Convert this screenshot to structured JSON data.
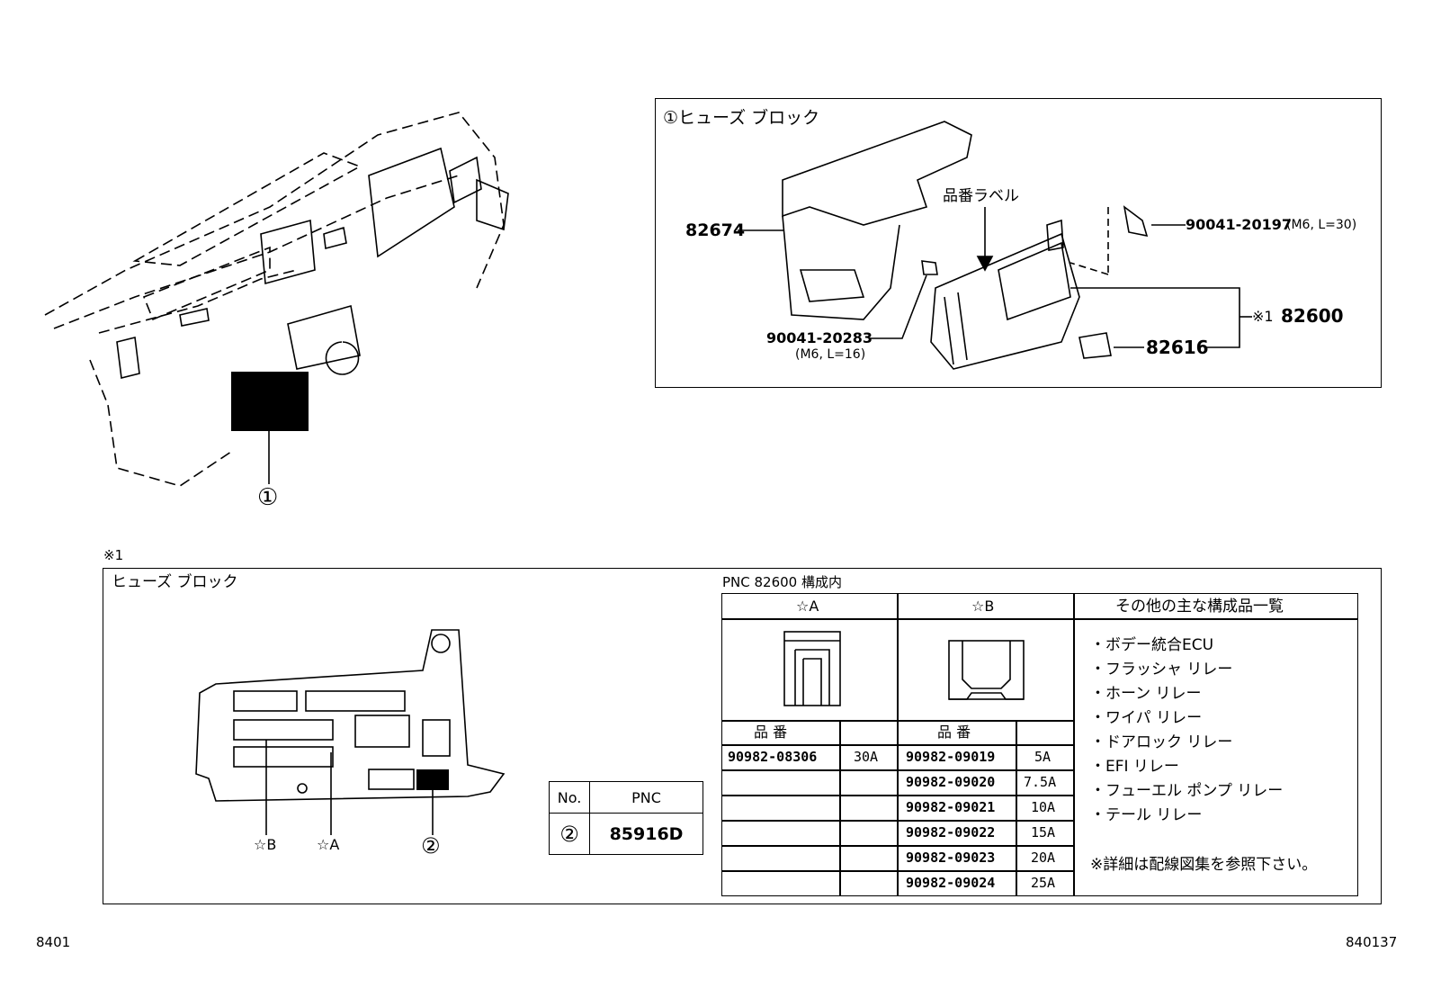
{
  "callout_1": "①",
  "callout_2": "②",
  "detail_box": {
    "title": "①ヒューズ ブロック",
    "label_hinban": "品番ラベル",
    "parts": {
      "p82674": "82674",
      "p90041_20197": "90041-20197",
      "p90041_20197_spec": "(M6, L=30)",
      "p90041_20283": "90041-20283",
      "p90041_20283_spec": "(M6, L=16)",
      "p82600_prefix": "※1",
      "p82600": "82600",
      "p82616": "82616"
    }
  },
  "note_mark": "※1",
  "fuse_block": {
    "title": "ヒューズ ブロック",
    "star_b": "☆B",
    "star_a": "☆A",
    "pnc_table": {
      "header_no": "No.",
      "header_pnc": "PNC",
      "row_no": "②",
      "row_pnc": "85916D"
    }
  },
  "composition": {
    "heading": "PNC 82600 構成内",
    "col_a": "☆A",
    "col_b": "☆B",
    "col_other": "その他の主な構成品一覧",
    "part_no_label": "品 番",
    "a_rows": [
      {
        "part": "90982-08306",
        "amp": "30A"
      }
    ],
    "b_rows": [
      {
        "part": "90982-09019",
        "amp": "5A"
      },
      {
        "part": "90982-09020",
        "amp": "7.5A"
      },
      {
        "part": "90982-09021",
        "amp": "10A"
      },
      {
        "part": "90982-09022",
        "amp": "15A"
      },
      {
        "part": "90982-09023",
        "amp": "20A"
      },
      {
        "part": "90982-09024",
        "amp": "25A"
      }
    ],
    "others": [
      "・ボデー統合ECU",
      "・フラッシャ リレー",
      "・ホーン リレー",
      "・ワイパ リレー",
      "・ドアロック リレー",
      "・EFI リレー",
      "・フューエル ポンプ リレー",
      "・テール リレー"
    ],
    "footnote": "※詳細は配線図集を参照下さい。"
  },
  "footer": {
    "left_code": "8401",
    "right_code": "840137"
  }
}
